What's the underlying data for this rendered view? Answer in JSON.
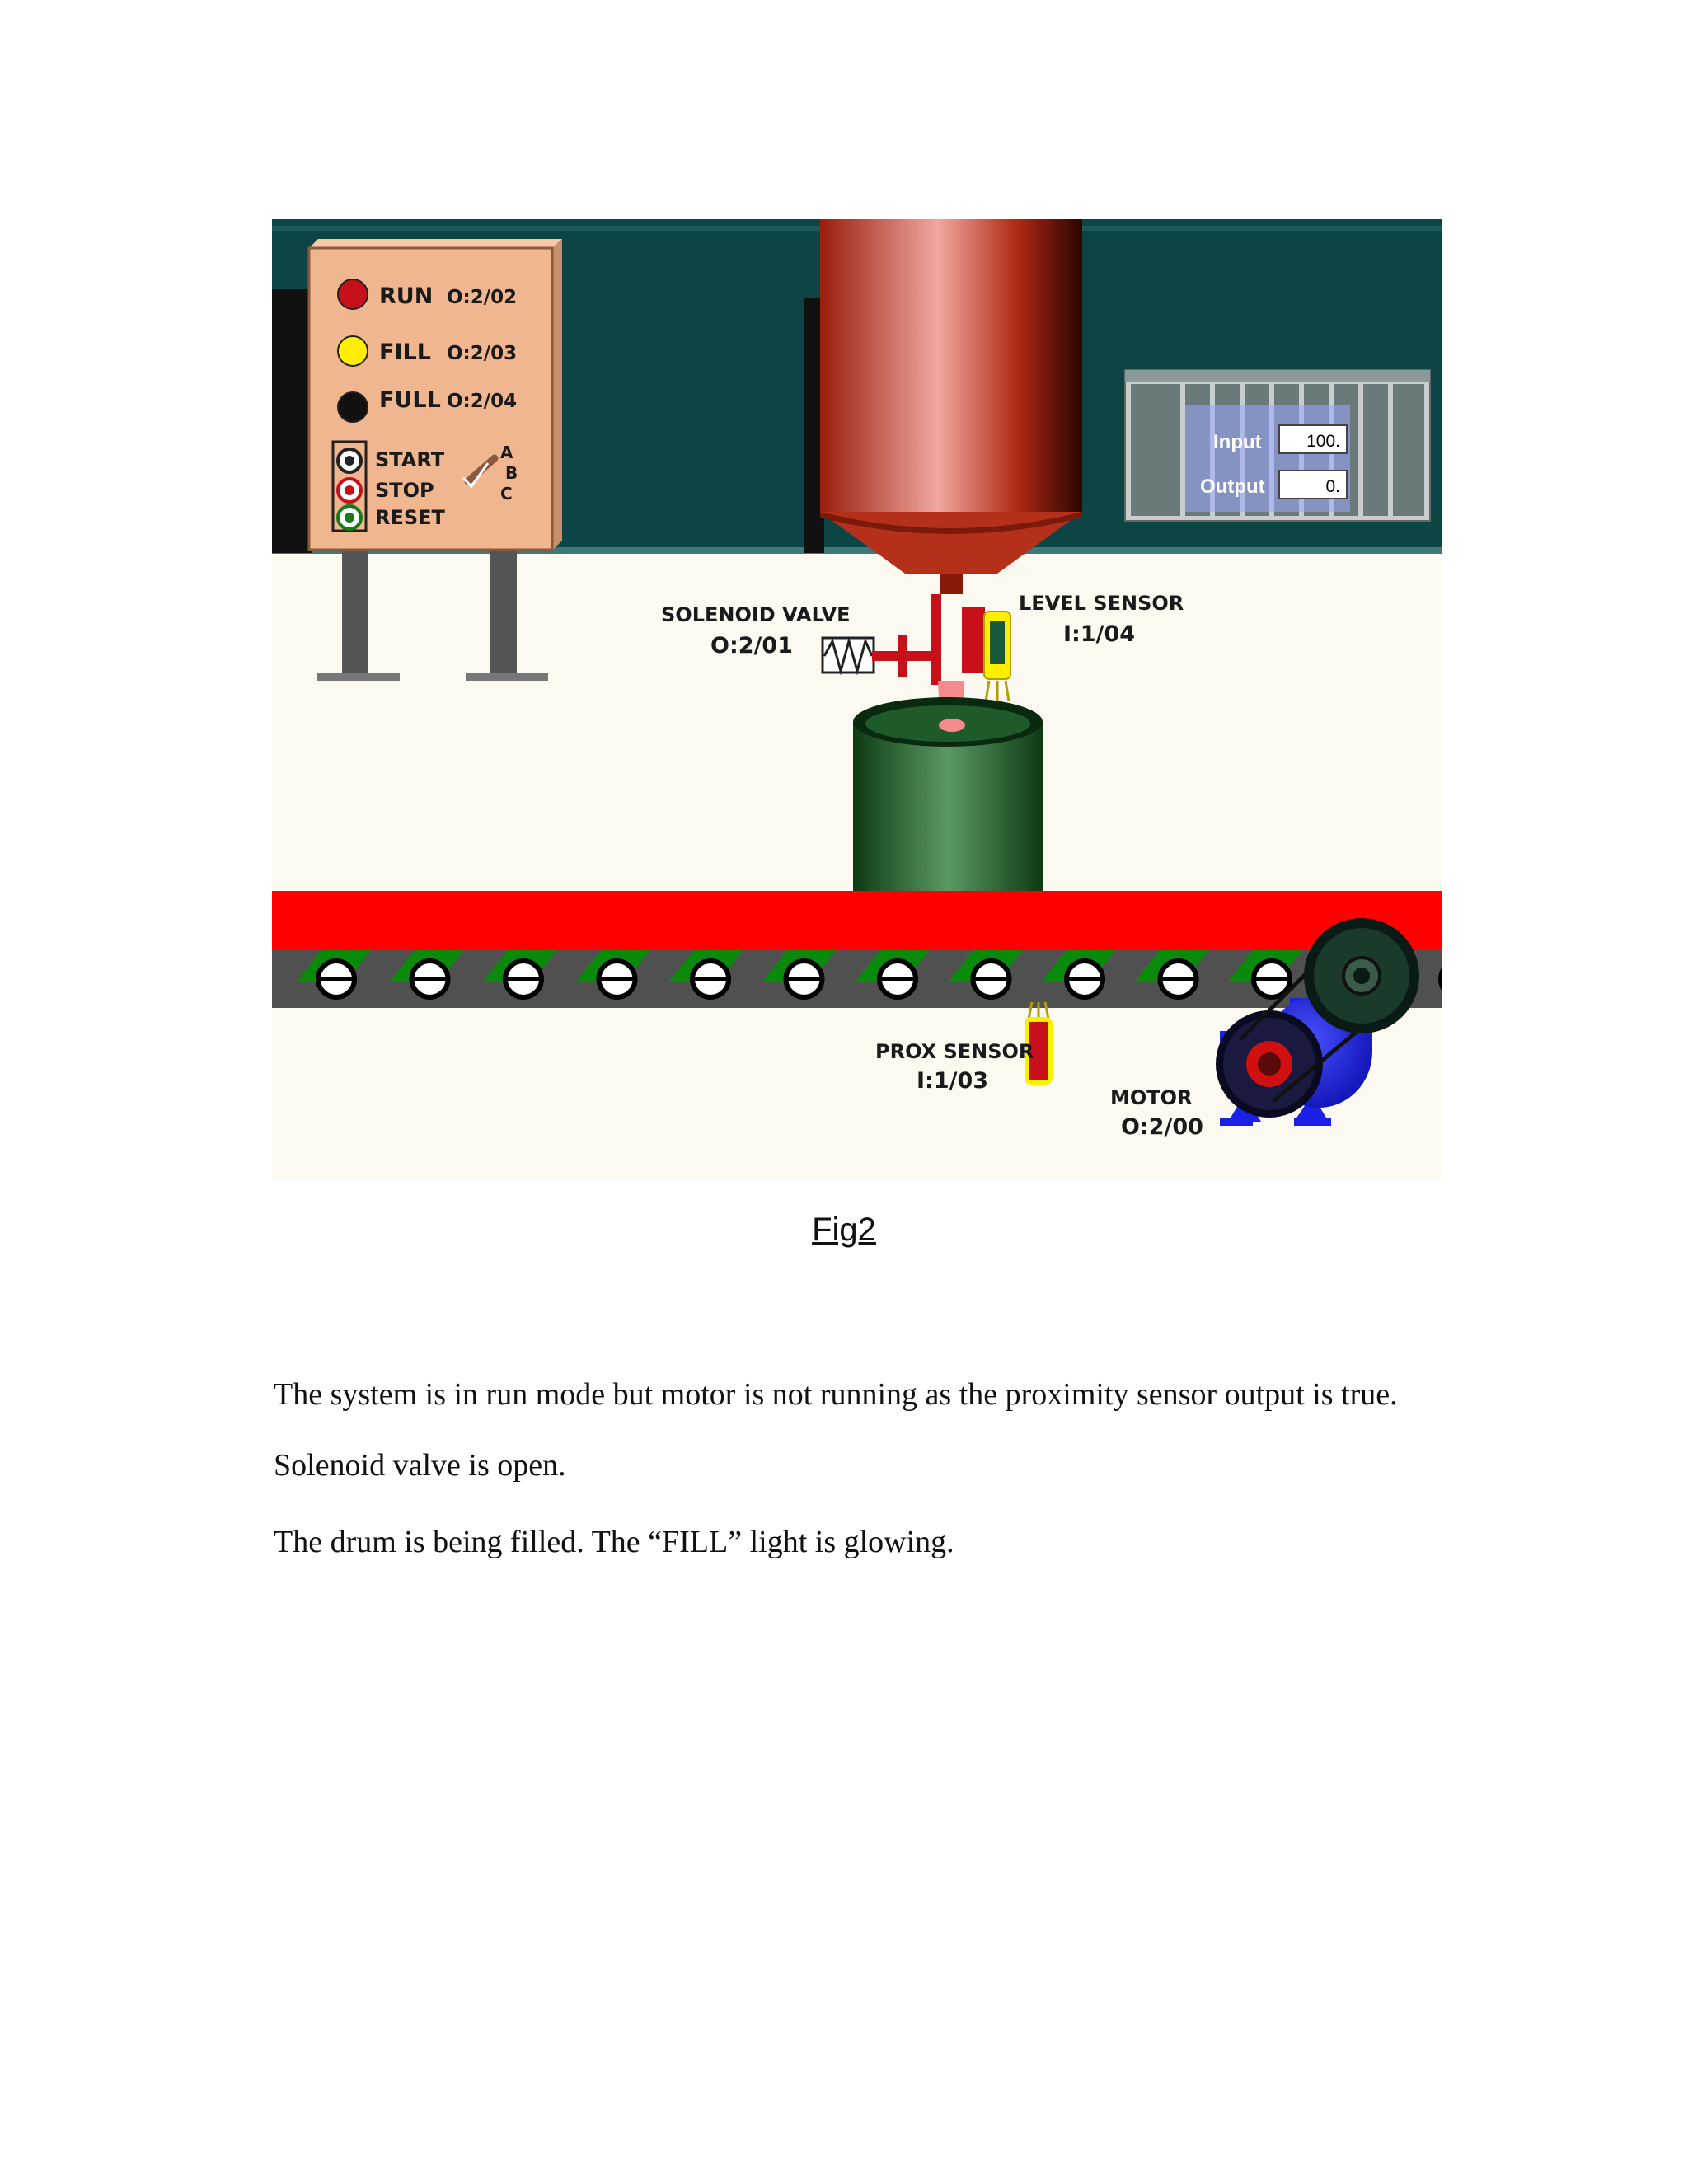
{
  "panel": {
    "lamps": [
      {
        "label": "RUN",
        "address": "O:2/02",
        "color": "#c8101a"
      },
      {
        "label": "FILL",
        "address": "O:2/03",
        "color": "#ffee00"
      },
      {
        "label": "FULL",
        "address": "O:2/04",
        "color": "#111111"
      }
    ],
    "buttons": [
      {
        "label": "START"
      },
      {
        "label": "STOP"
      },
      {
        "label": "RESET"
      }
    ],
    "selector": [
      "A",
      "B",
      "C"
    ]
  },
  "plc": {
    "input_label": "Input",
    "input_value": "100.",
    "output_label": "Output",
    "output_value": "0."
  },
  "solenoid_valve": {
    "label": "SOLENOID VALVE",
    "address": "O:2/01"
  },
  "level_sensor": {
    "label": "LEVEL SENSOR",
    "address": "I:1/04"
  },
  "prox_sensor": {
    "label": "PROX SENSOR",
    "address": "I:1/03"
  },
  "motor": {
    "label": "MOTOR",
    "address": "O:2/00"
  },
  "colors": {
    "wall": "#0d4544",
    "floor": "#fcf9f1",
    "hopper": "#c2321c",
    "drum": "#1f6a2c",
    "belt": "#ff0000",
    "motor": "#1a20e6"
  },
  "caption": "Fig2",
  "paragraphs": [
    "The system is in run mode but motor is not running as the proximity sensor output is true.",
    "Solenoid valve is open.",
    "The drum is being filled. The “FILL” light is glowing."
  ]
}
